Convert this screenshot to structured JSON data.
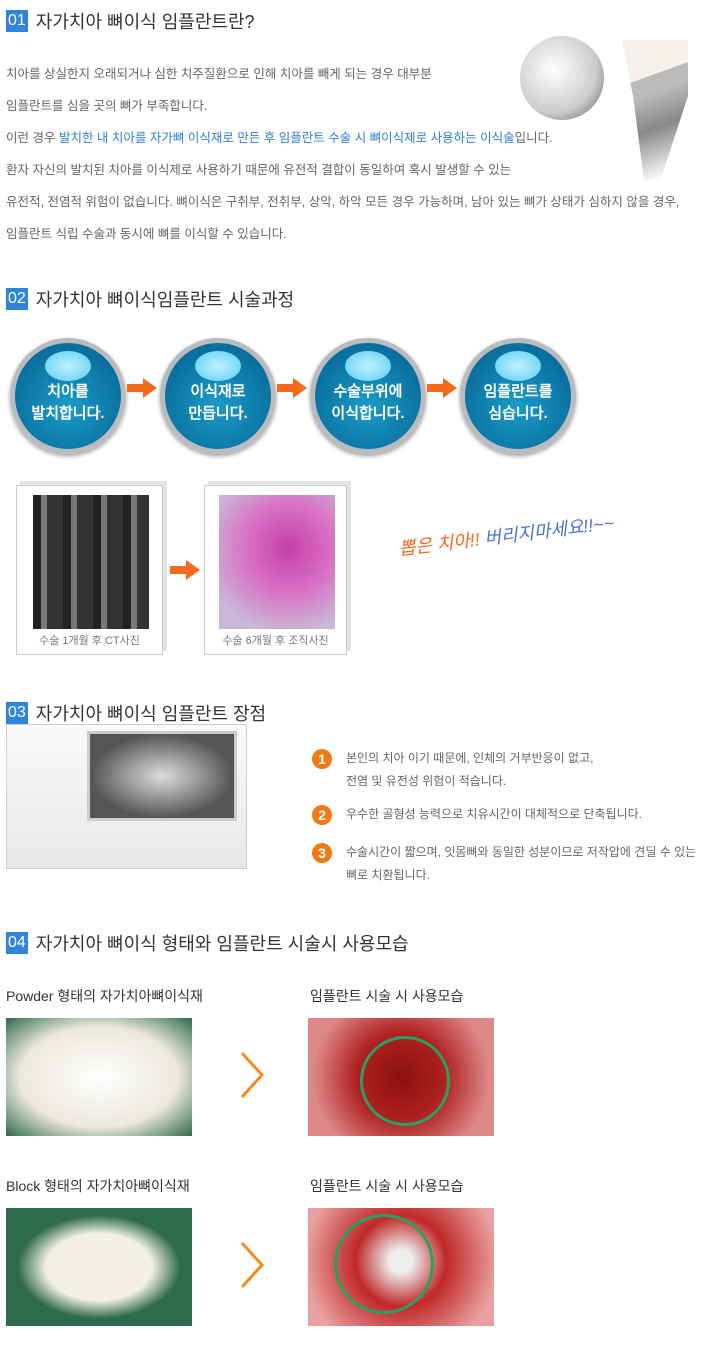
{
  "s1": {
    "num": "01",
    "title": "자가치아 뼈이식 임플란트란?",
    "l1": "치아를 상실한지 오래되거나 심한 치주질환으로 인해 치아를 빼게 되는 경우 대부분",
    "l2": "임플란트를 심을 곳의 뼈가 부족합니다.",
    "l3a": "이런 경우 ",
    "l3b": "발치한 내 치아를 자가뼈 이식재로 만든 후 임플란트 수술 시 뼈이식제로 사용하는 이식술",
    "l3c": "입니다.",
    "l4": "환자 자신의 발치된 치아를 이식제로 사용하기 때문에 유전적 결합이 동일하여 혹시 발생할 수 있는",
    "l5": "유전적, 전염적 위험이 없습니다. 뼈이식은 구취부, 전취부, 상악, 하악 모든 경우 가능하며, 남아 있는 뼈가 상태가 심하지 않을 경우,",
    "l6": "임플란트 식립 수술과 동시에 뼈를 이식할 수 있습니다.",
    "highlight_color": "#2f7fd8"
  },
  "s2": {
    "num": "02",
    "title": "자가치아 뼈이식임플란트 시술과정",
    "steps": [
      {
        "a": "치아를",
        "b": "발치합니다."
      },
      {
        "a": "이식재로",
        "b": "만듭니다."
      },
      {
        "a": "수술부위에",
        "b": "이식합니다."
      },
      {
        "a": "임플란트를",
        "b": "심습니다."
      }
    ],
    "photo1_caption": "수술 1개월 후 CT사진",
    "photo2_caption": "수술 6개월 후 조직사진",
    "handwriting_a": "뽑은 치아!!",
    "handwriting_b": "버리지마세요!!~~"
  },
  "s3": {
    "num": "03",
    "title": "자가치아 뼈이식 임플란트 장점",
    "items": [
      {
        "n": "1",
        "a": "본인의 치아 이기 때문에, 인체의 거부반응이 없고,",
        "b": "전염 및 유전성 위험이 적습니다."
      },
      {
        "n": "2",
        "a": "우수한 골형성 능력으로 치유시간이 대체적으로 단축됩니다.",
        "b": ""
      },
      {
        "n": "3",
        "a": "수술시간이 짧으며, 잇몸뼈와 동일한 성분이므로 저작압에 견딜 수 있는",
        "b": "뼈로 치환됩니다."
      }
    ]
  },
  "s4": {
    "num": "04",
    "title": "자가치아 뼈이식 형태와 임플란트 시술시 사용모습",
    "powder_label": "Powder 형태의 자가치아뼈이식재",
    "use1_label": "임플란트 시술 시 사용모습",
    "block_label": "Block 형태의 자가치아뼈이식재",
    "use2_label": "임플란트 시술 시 사용모습"
  }
}
